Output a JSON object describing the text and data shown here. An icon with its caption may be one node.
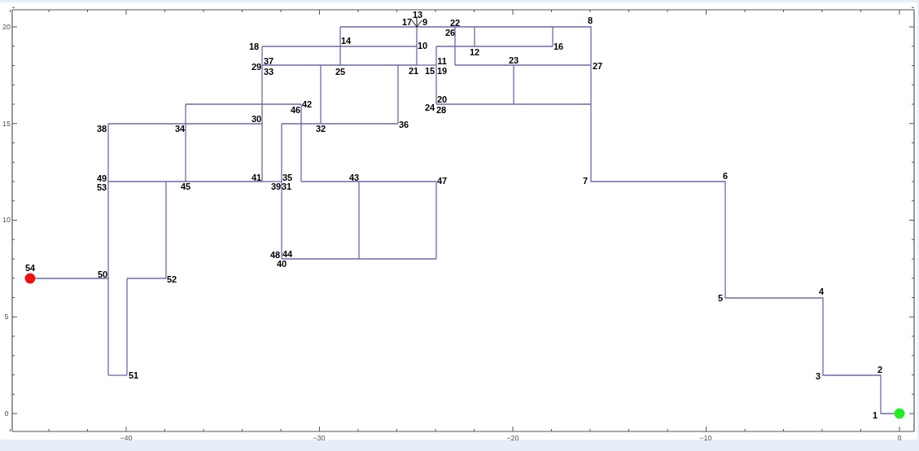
{
  "diagram": {
    "nodes": [
      {
        "text": [],
        "shape": "circle",
        "beside": [
          "1"
        ]
      },
      {
        "text": [],
        "shape": "circle",
        "beside": [
          "54"
        ]
      }
    ],
    "edges": [
      {
        "from": 0,
        "to": 1,
        "arrow": "none"
      }
    ],
    "labels": [
      "13",
      "20",
      "17",
      "9",
      "22",
      "8",
      "26",
      "14",
      "18",
      "10",
      "12",
      "16",
      "37",
      "11",
      "23",
      "29",
      "33",
      "25",
      "21",
      "15",
      "19",
      "27",
      "20",
      "46",
      "42",
      "24",
      "28",
      "15",
      "38",
      "34",
      "30",
      "32",
      "36",
      "49",
      "41",
      "35",
      "43",
      "47",
      "7",
      "6",
      "53",
      "45",
      "39",
      "31",
      "10",
      "48",
      "44",
      "40",
      "50",
      "52",
      "5",
      "4",
      "5",
      "51",
      "3",
      "2",
      "0",
      "−40",
      "−30",
      "−20",
      "−10",
      "0"
    ]
  }
}
